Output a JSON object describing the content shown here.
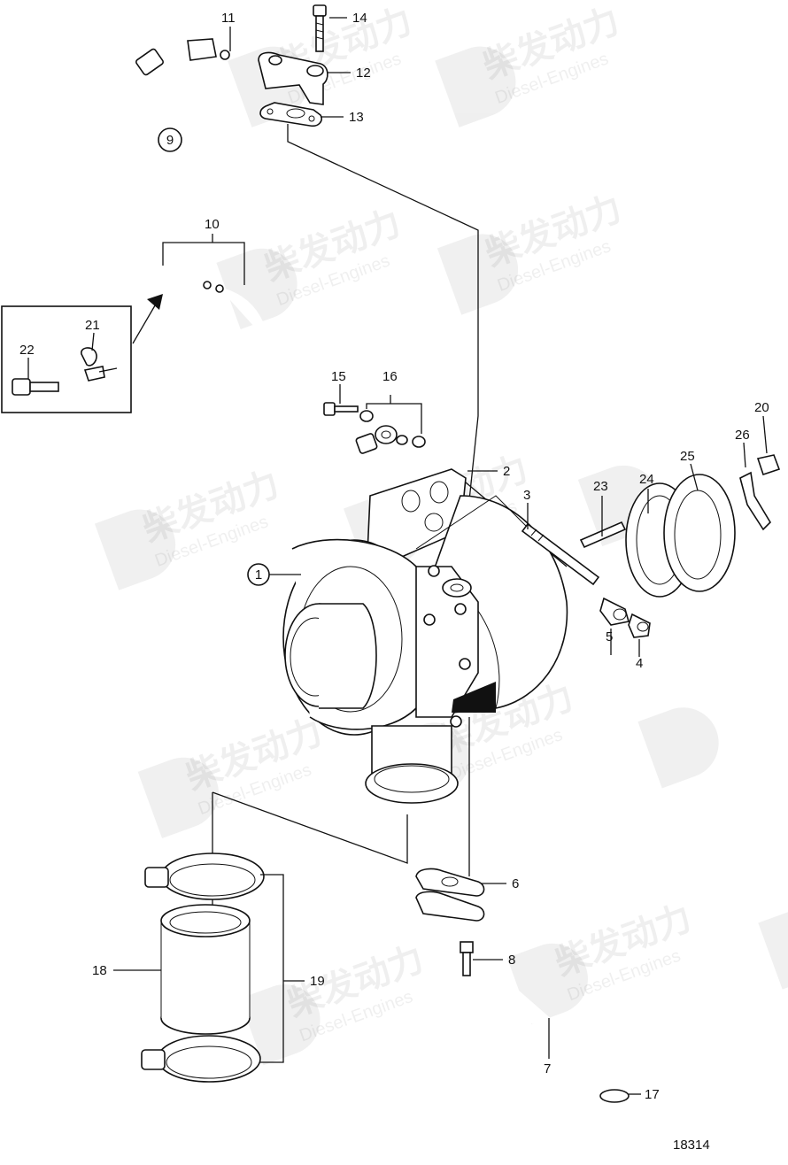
{
  "diagram": {
    "figure_number": "18314",
    "watermark": {
      "brand_cn": "柴发动力",
      "brand_en": "Diesel-Engines"
    },
    "callouts": [
      {
        "id": "c1",
        "text": "1",
        "circled": true
      },
      {
        "id": "c2",
        "text": "2"
      },
      {
        "id": "c3",
        "text": "3"
      },
      {
        "id": "c4",
        "text": "4"
      },
      {
        "id": "c5",
        "text": "5"
      },
      {
        "id": "c6",
        "text": "6"
      },
      {
        "id": "c7",
        "text": "7"
      },
      {
        "id": "c8",
        "text": "8"
      },
      {
        "id": "c9",
        "text": "9",
        "circled": true
      },
      {
        "id": "c10",
        "text": "10"
      },
      {
        "id": "c11",
        "text": "11"
      },
      {
        "id": "c12",
        "text": "12"
      },
      {
        "id": "c13",
        "text": "13"
      },
      {
        "id": "c14",
        "text": "14"
      },
      {
        "id": "c15",
        "text": "15"
      },
      {
        "id": "c16",
        "text": "16"
      },
      {
        "id": "c17",
        "text": "17"
      },
      {
        "id": "c18",
        "text": "18"
      },
      {
        "id": "c19",
        "text": "19"
      },
      {
        "id": "c20",
        "text": "20"
      },
      {
        "id": "c21",
        "text": "21"
      },
      {
        "id": "c22",
        "text": "22"
      },
      {
        "id": "c23",
        "text": "23"
      },
      {
        "id": "c24",
        "text": "24"
      },
      {
        "id": "c25",
        "text": "25"
      },
      {
        "id": "c26",
        "text": "26"
      }
    ]
  }
}
